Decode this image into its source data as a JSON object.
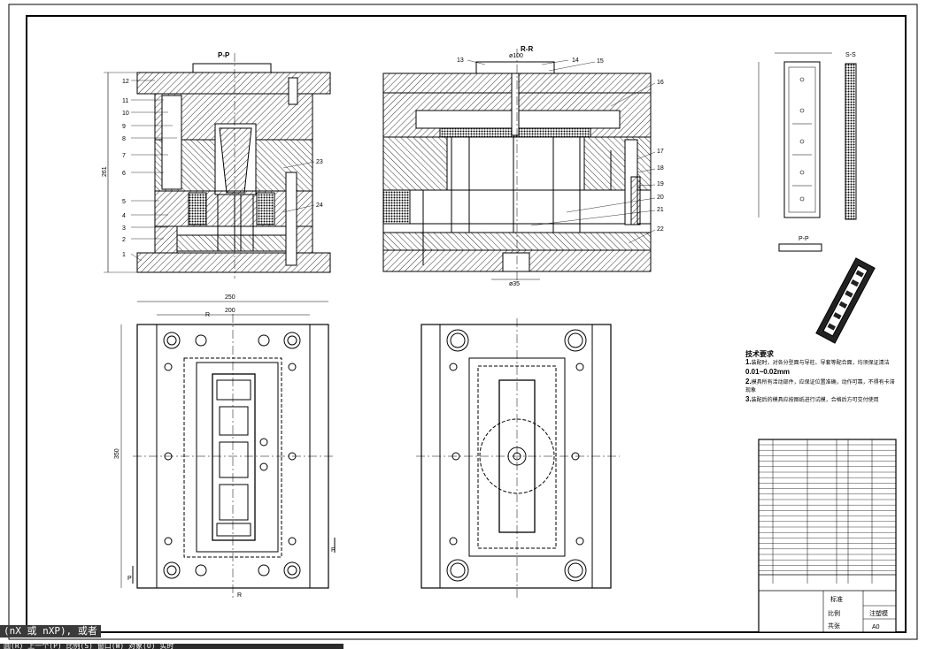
{
  "drawing": {
    "section_pp": "P-P",
    "section_rr": "R-R",
    "dim_height": "261",
    "dim_width_outer": "250",
    "dim_width_inner": "200",
    "dim_length": "350",
    "dim_sprue": "ø35",
    "dim_top_ring": "ø100",
    "section_marks": {
      "r": "R",
      "p": "P"
    },
    "part_numbers_left": [
      "12",
      "11",
      "10",
      "9",
      "8",
      "7",
      "6",
      "5",
      "4",
      "3",
      "2",
      "1"
    ],
    "part_numbers_mid_left": [
      "23",
      "24"
    ],
    "part_numbers_top": [
      "13",
      "14",
      "15"
    ],
    "part_numbers_right": [
      "16",
      "17",
      "18",
      "19",
      "20",
      "21",
      "22"
    ],
    "small_views": {
      "top_label": "S-S",
      "mid_label": "P-P"
    }
  },
  "tech_notes": {
    "heading": "技术要求",
    "items": [
      {
        "no": "1.",
        "text": "装配时，对各分型面与导柱、导套等配合面，均须保证清洁",
        "big": "0.01~0.02mm"
      },
      {
        "no": "2.",
        "text": "模具所有活动部件，应保证位置准确，动作可靠，不得有卡滞现象"
      },
      {
        "no": "3.",
        "text": "装配后的模具应按图纸进行试模，合格后方可交付使用"
      }
    ]
  },
  "title_block": {
    "label_a": "标准",
    "label_b": "比例",
    "label_c": "共张",
    "scale": "A0",
    "name": "注塑模"
  },
  "cli": {
    "prompt": "(nX 或 nXP), 或者",
    "status": "圆(R) 上一个(P) 比例(S) 窗口(W) 对象(O) 实时"
  }
}
